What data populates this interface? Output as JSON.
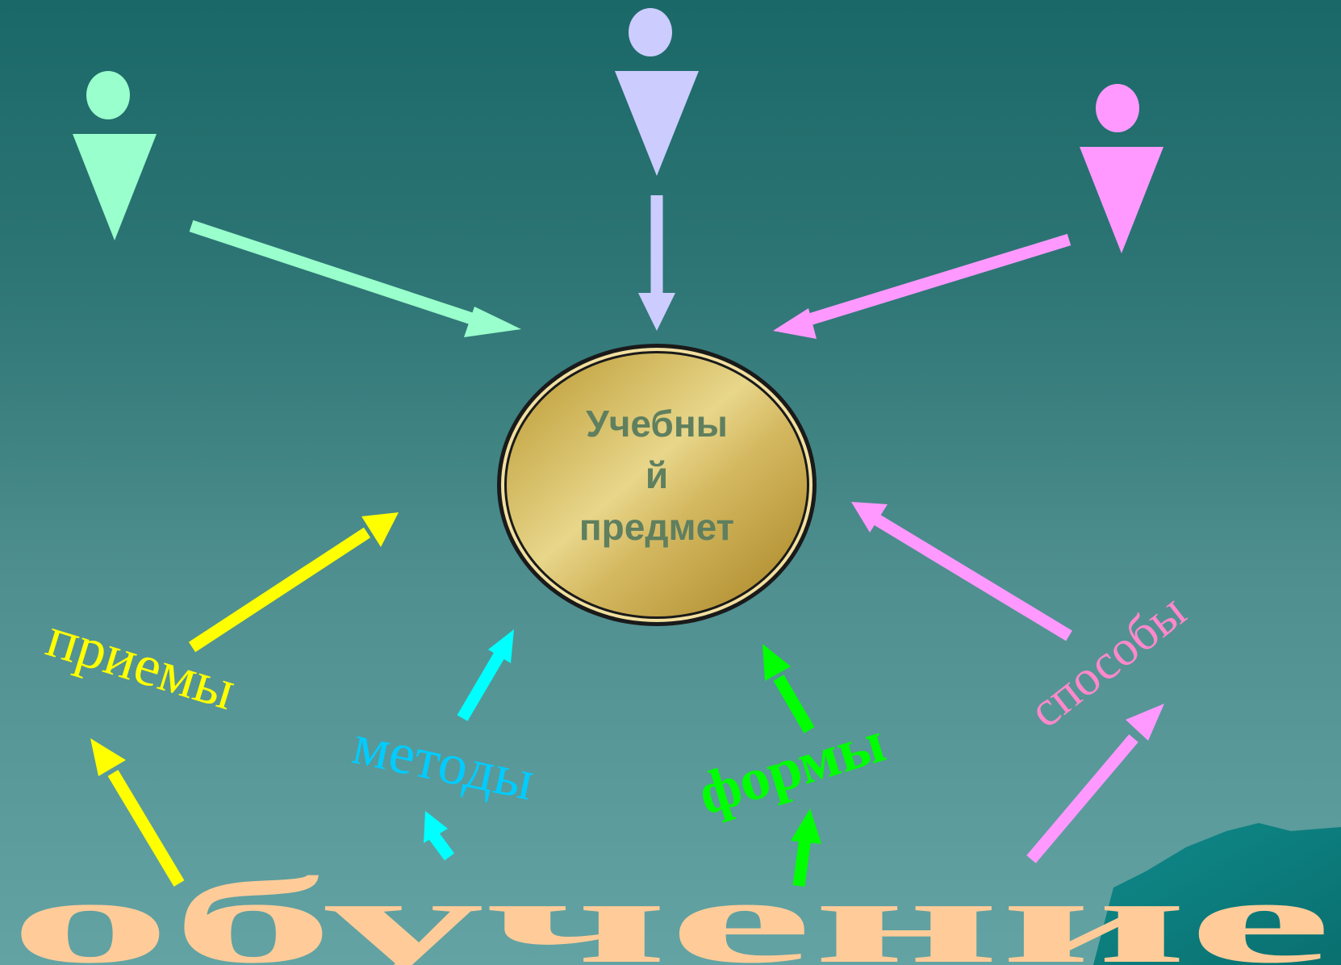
{
  "center": {
    "lines": [
      "Учебны",
      "й",
      "предмет"
    ]
  },
  "words": {
    "priemy": "приемы",
    "metody": "методы",
    "formy": "формы",
    "sposoby": "способы",
    "obuchenie": "обучение"
  },
  "colors": {
    "mint": "#99ffcc",
    "lavender": "#ccccff",
    "pink": "#ff99ff",
    "yellow": "#ffff00",
    "cyan": "#00ffff",
    "green": "#00ff00",
    "salmon": "#ffcc99",
    "center_text": "#5f7f5f"
  },
  "icons": [
    "person-icon-mint",
    "person-icon-lavender",
    "person-icon-pink"
  ]
}
